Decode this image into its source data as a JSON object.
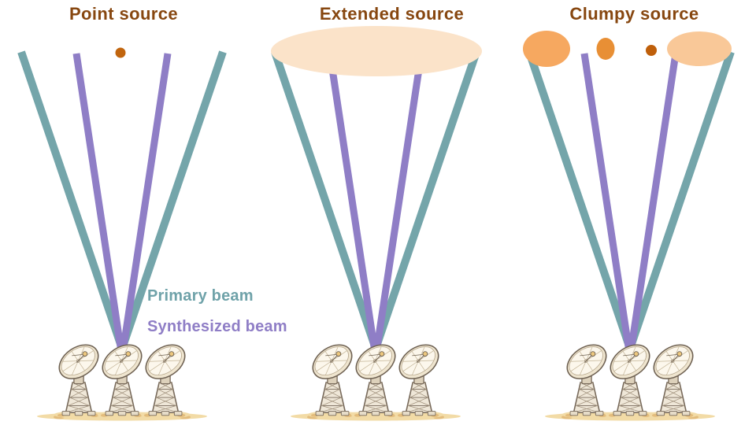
{
  "figure": {
    "type": "radio-interferometry-beam-diagram",
    "panel_count": 3
  },
  "panels": [
    {
      "title": "Point source",
      "source_kind": "single small dot"
    },
    {
      "title": "Extended source",
      "source_kind": "one large pale ellipse"
    },
    {
      "title": "Clumpy source",
      "source_kind": "four clumps of varying size and brightness"
    }
  ],
  "legend": {
    "primary_label": "Primary beam",
    "synthesized_label": "Synthesized beam"
  },
  "colors": {
    "primary_beam": "#74a5aa",
    "synthesized_beam": "#8f7ec6",
    "title_brown": "#874710",
    "point_source": "#c1650e",
    "extended_source": "#fbe3c9",
    "clump_medium_orange": "#f6a860",
    "clump_dark_orange": "#e88f35",
    "clump_dot": "#bf5f0a",
    "clump_pale": "#f9c898",
    "ground_sand": "#f2dba6"
  }
}
